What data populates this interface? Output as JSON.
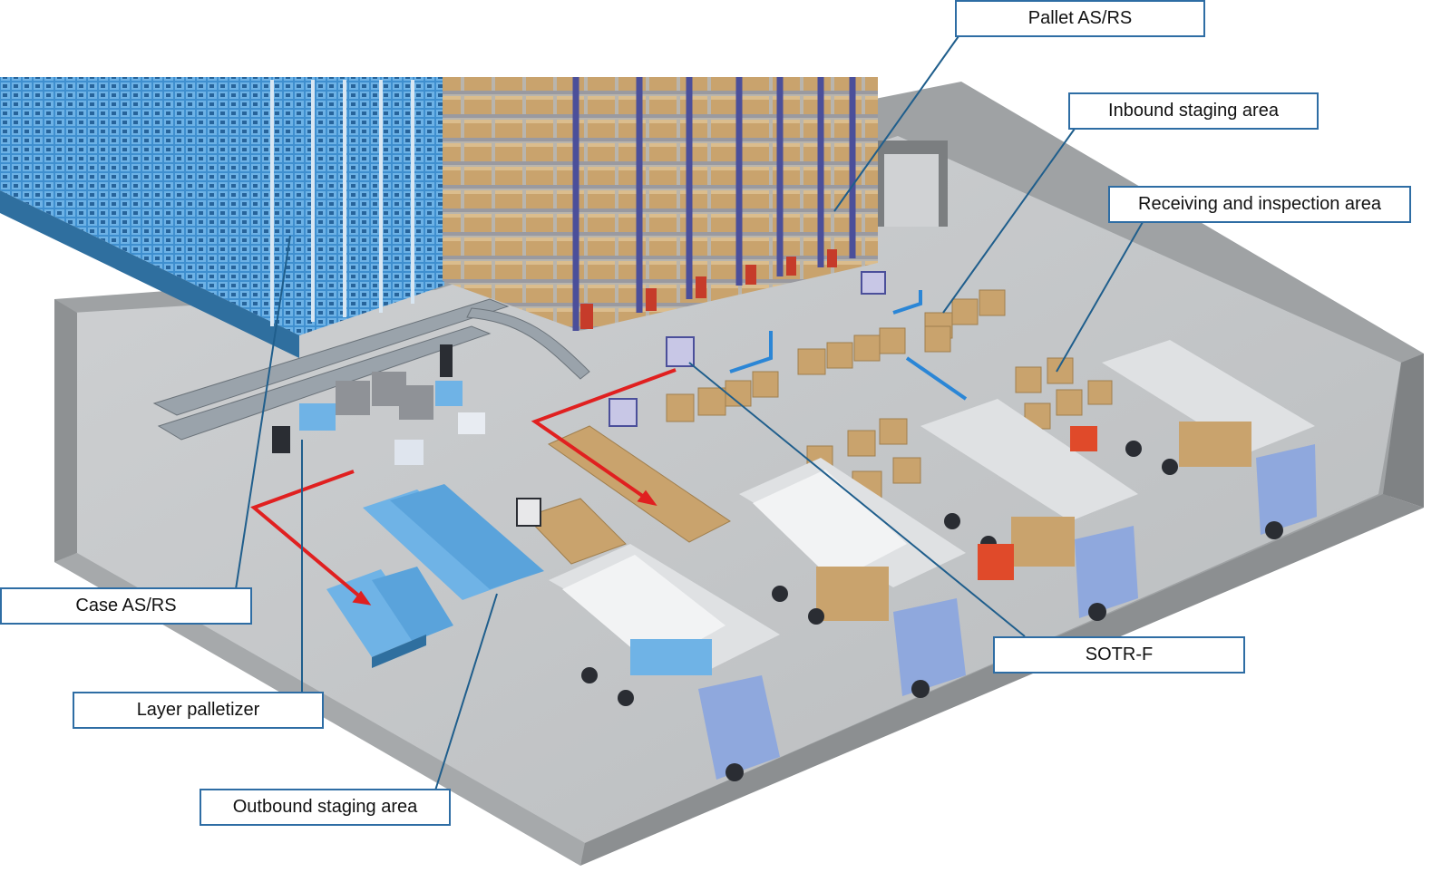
{
  "labels": {
    "pallet_asrs": "Pallet AS/RS",
    "inbound_staging": "Inbound staging area",
    "receiving_inspection": "Receiving and inspection area",
    "case_asrs": "Case AS/RS",
    "layer_palletizer": "Layer palletizer",
    "outbound_staging": "Outbound staging area",
    "sotr_f": "SOTR-F"
  },
  "colors": {
    "callout_border": "#2e6da4",
    "leader_line": "#1f5e8c",
    "outbound_flow": "#e02020",
    "inbound_flow": "#2b86d6",
    "floor": "#c3c5c7",
    "wall": "#a9acae",
    "case_rack": "#3f8fcf",
    "pallet_rack": "#4b4f9a",
    "carton": "#c9a36d",
    "blue_tote": "#6fb3e6",
    "truck_cab": "#8fa8dd",
    "forklift": "#e04a2a"
  }
}
